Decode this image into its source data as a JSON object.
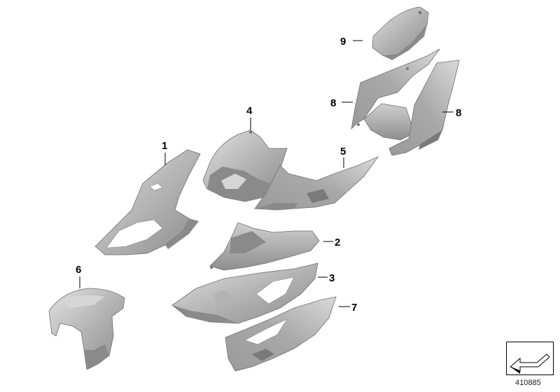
{
  "callouts": [
    {
      "id": "c1",
      "label": "1"
    },
    {
      "id": "c2",
      "label": "2"
    },
    {
      "id": "c3",
      "label": "3"
    },
    {
      "id": "c4",
      "label": "4"
    },
    {
      "id": "c5",
      "label": "5"
    },
    {
      "id": "c6",
      "label": "6"
    },
    {
      "id": "c7",
      "label": "7"
    },
    {
      "id": "c8a",
      "label": "8"
    },
    {
      "id": "c8b",
      "label": "8"
    },
    {
      "id": "c9",
      "label": "9"
    }
  ],
  "diagram_id": "410885"
}
